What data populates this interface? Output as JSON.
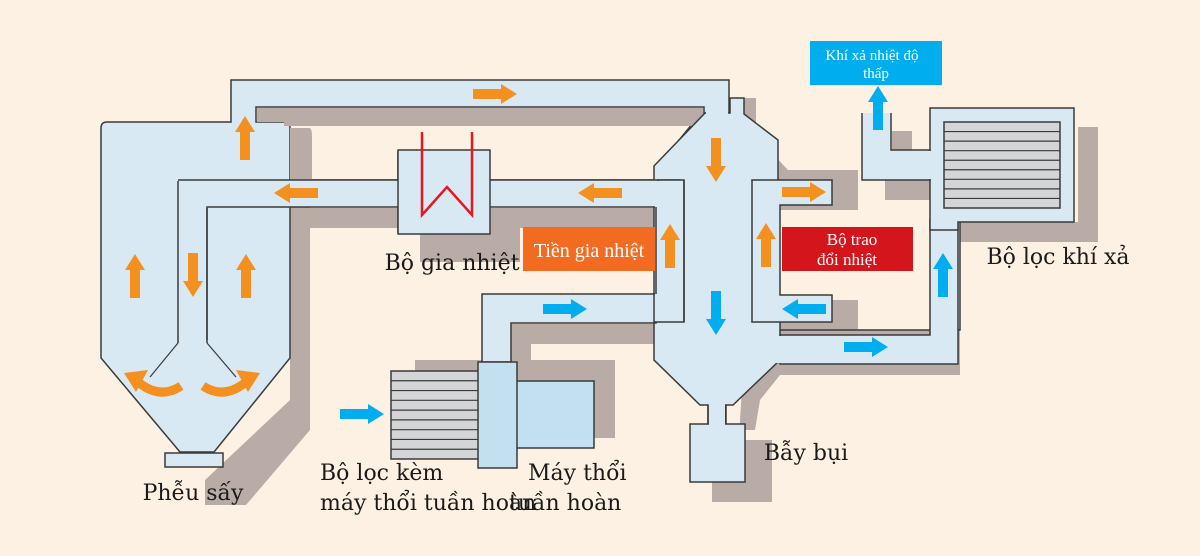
{
  "title": "Sơ đồ hệ thống sấy phun tuần hoàn khí",
  "colors": {
    "background": "#fdf1e3",
    "pipe_fill": "#d9e9f3",
    "pipe_stroke": "#3a3a3a",
    "shadow": "#b9aca6",
    "hot_arrow": "#f39020",
    "cold_arrow": "#00aeef",
    "heater_coil": "#e8161d",
    "preheater_box": "#f26b21",
    "exchanger_box": "#d4151c",
    "exhaust_box": "#00aeef",
    "filter_fill": "#d4d5d6",
    "blower_fill": "#c2e0f0"
  },
  "labels": {
    "dryer_hopper": "Phễu sấy",
    "heater": "Bộ gia nhiệt",
    "preheater": "Tiền gia nhiệt",
    "heat_exchanger_line1": "Bộ trao",
    "heat_exchanger_line2": "đổi nhiệt",
    "exhaust_filter": "Bộ lọc khí xả",
    "exhaust_out_line1": "Khí xả nhiệt độ",
    "exhaust_out_line2": "thấp",
    "dust_trap": "Bẫy bụi",
    "blower_filter_line1": "Bộ lọc kèm",
    "blower_filter_line2": "máy thổi tuần hoàn",
    "blower_line1": "Máy thổi",
    "blower_line2": "tuần hoàn"
  },
  "flow_arrows": {
    "hot": [
      "up",
      "right",
      "down",
      "left",
      "left",
      "up",
      "right",
      "up",
      "down",
      "up",
      "up",
      "curve-left",
      "curve-right"
    ],
    "cold": [
      "right",
      "right",
      "down",
      "left",
      "right",
      "up",
      "up"
    ]
  }
}
